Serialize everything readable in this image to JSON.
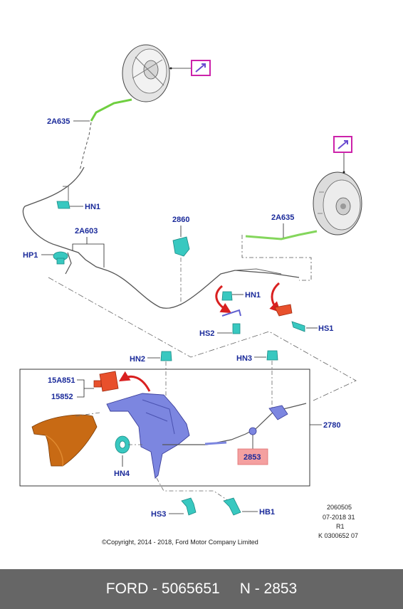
{
  "callouts": {
    "rear_left_cable": "2A635",
    "hn1_left": "HN1",
    "front_cable": "2A603",
    "hp1": "HP1",
    "bracket": "2860",
    "rear_right_cable": "2A635",
    "hn1_right": "HN1",
    "hs2": "HS2",
    "hs1": "HS1",
    "hn2": "HN2",
    "hn3": "HN3",
    "switch_a": "15A851",
    "switch_b": "15852",
    "lever_assembly": "2780",
    "highlighted_part": "2853",
    "hn4": "HN4",
    "hs3": "HS3",
    "hb1": "HB1"
  },
  "meta": {
    "line1": "2060505",
    "line2": "07-2018 31",
    "line3": "R1",
    "line4": "K 0300652 07"
  },
  "copyright": "©Copyright, 2014 - 2018, Ford Motor Company Limited",
  "footer": {
    "part_number": "FORD - 5065651",
    "ref_number": "N - 2853"
  },
  "colors": {
    "callout_text": "#1a2a9a",
    "highlight_box": "#f4a0a0",
    "view_icon_border": "#cc22aa",
    "arrow_red": "#d92020",
    "fastener_cyan": "#38c8c0",
    "footer_bg": "#666666"
  }
}
